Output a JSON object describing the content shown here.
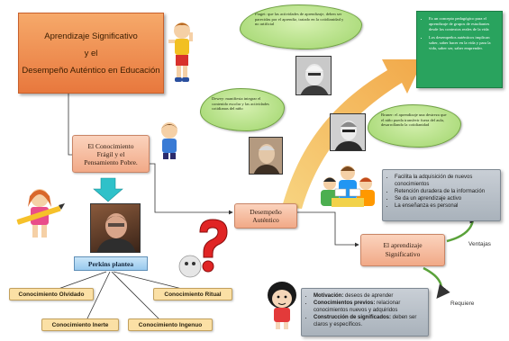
{
  "title": {
    "line1": "Aprendizaje Significativo",
    "line2": "y el",
    "line3": "Desempeño Auténtico en Educación"
  },
  "node_fragil": {
    "line1": "El Conocimiento",
    "line2": "Frágil y el",
    "line3": "Pensamiento Pobre."
  },
  "perkins_label": "Perkins plantea",
  "knowledge": {
    "olvidado": "Conocimiento Olvidado",
    "ritual": "Conocimiento Ritual",
    "inerte": "Conocimiento Inerte",
    "ingenuo": "Conocimiento Ingenuo"
  },
  "node_desempeno": {
    "line1": "Desempeño",
    "line2": "Auténtico"
  },
  "node_aprendizaje": {
    "line1": "El aprendizaje",
    "line2": "Significativo"
  },
  "clouds": {
    "piaget": "Piaget: que las actividades de aprendizaje, deben ser parecidas por el aprendiz, tratado en la cotidianidad y no artificial",
    "dewey": "Dewey: manifiesta integrar el contenido escolar y las actividades cotidianas del niño",
    "bruner": "Bruner: el aprendizaje una destreza que el niño pueda transferir fuera del aula, desarrollando la cotidianidad"
  },
  "green_box": {
    "items": [
      "Es un concepto pedagógico para el aprendizaje de grupos de estudiantes desde los contextos reales de la vida",
      "Los desempeños auténticos implican saber, saber hacer en la vida y para la vida, saber ser, saber emprender."
    ]
  },
  "gray_top": {
    "items": [
      "Facilita la adquisición de nuevos conocimientos",
      "Retención duradera de la información",
      "Se da un aprendizaje activo",
      "La enseñanza es personal"
    ]
  },
  "gray_bottom": {
    "items": [
      {
        "bold": "Motivación:",
        "text": " deseos de aprender"
      },
      {
        "bold": "Conocimientos previos:",
        "text": " relacionar conocimientos nuevos y adquiridos"
      },
      {
        "bold": "Construcción de significados:",
        "text": " deben ser claros y específicos."
      }
    ]
  },
  "labels": {
    "ventajas": "Ventajas",
    "requiere": "Requiere"
  },
  "colors": {
    "orange": "#e8783d",
    "green": "#29a35e",
    "salmon": "#f1a987",
    "cloud": "#9fd56b"
  }
}
